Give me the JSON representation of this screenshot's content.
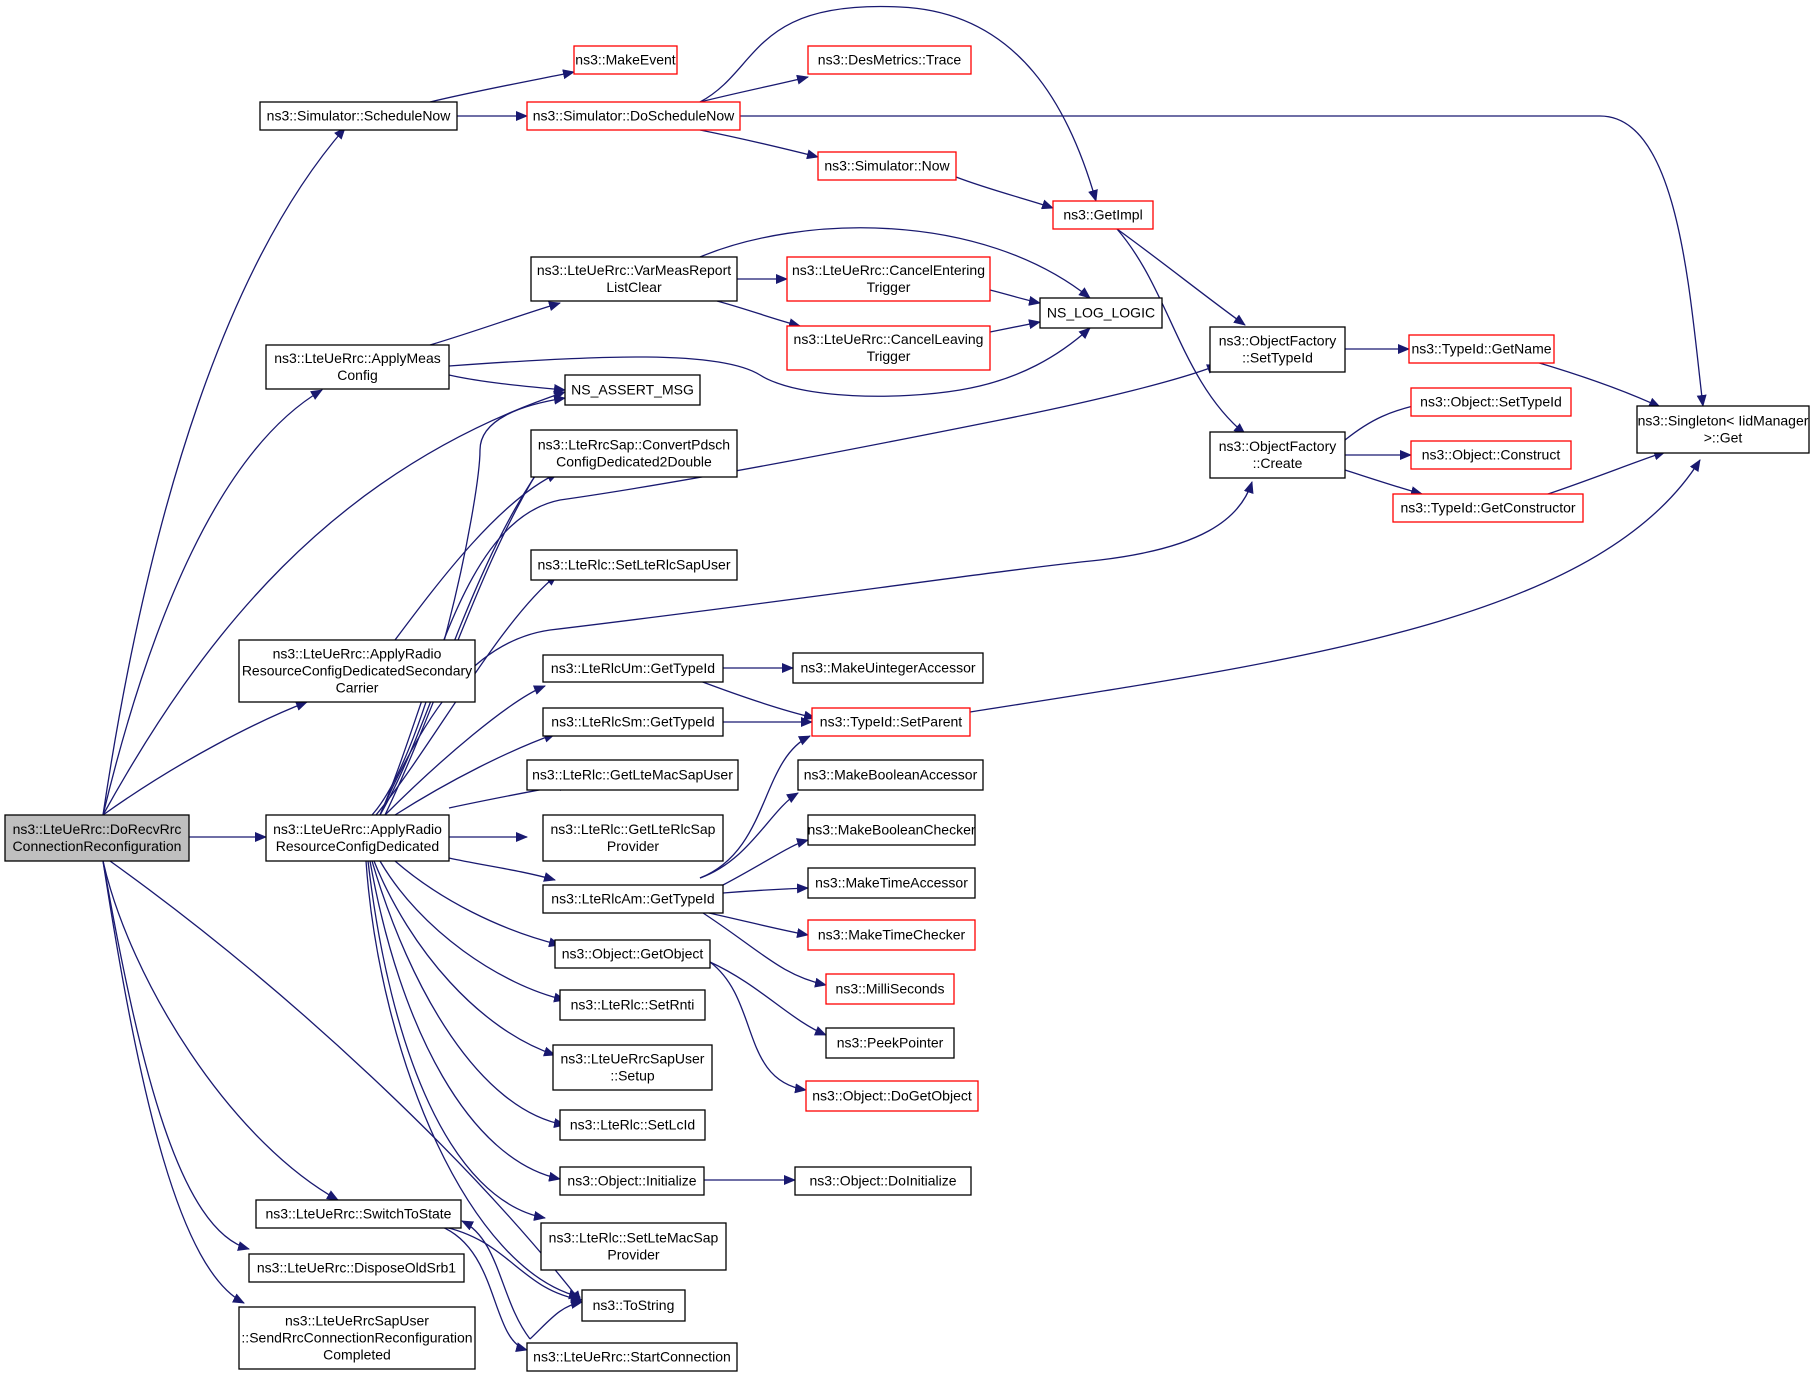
{
  "diagram": {
    "type": "call-graph",
    "edge_color": "#191970",
    "truncated_border_color": "#ff0000",
    "root_fill": "#bfbfbf",
    "nodes": [
      {
        "id": "root",
        "lines": [
          "ns3::LteUeRrc::DoRecvRrc",
          "ConnectionReconfiguration"
        ],
        "kind": "root"
      },
      {
        "id": "scheduleNow",
        "lines": [
          "ns3::Simulator::ScheduleNow"
        ],
        "kind": "normal"
      },
      {
        "id": "makeEvent",
        "lines": [
          "ns3::MakeEvent"
        ],
        "kind": "truncated"
      },
      {
        "id": "doScheduleNow",
        "lines": [
          "ns3::Simulator::DoScheduleNow"
        ],
        "kind": "truncated"
      },
      {
        "id": "desMetrics",
        "lines": [
          "ns3::DesMetrics::Trace"
        ],
        "kind": "truncated"
      },
      {
        "id": "simNow",
        "lines": [
          "ns3::Simulator::Now"
        ],
        "kind": "truncated"
      },
      {
        "id": "getImpl",
        "lines": [
          "ns3::GetImpl"
        ],
        "kind": "truncated"
      },
      {
        "id": "varMeas",
        "lines": [
          "ns3::LteUeRrc::VarMeasReport",
          "ListClear"
        ],
        "kind": "normal"
      },
      {
        "id": "cancelEntering",
        "lines": [
          "ns3::LteUeRrc::CancelEntering",
          "Trigger"
        ],
        "kind": "truncated"
      },
      {
        "id": "cancelLeaving",
        "lines": [
          "ns3::LteUeRrc::CancelLeaving",
          "Trigger"
        ],
        "kind": "truncated"
      },
      {
        "id": "logLogic",
        "lines": [
          "NS_LOG_LOGIC"
        ],
        "kind": "normal"
      },
      {
        "id": "applyMeas",
        "lines": [
          "ns3::LteUeRrc::ApplyMeas",
          "Config"
        ],
        "kind": "normal"
      },
      {
        "id": "assertMsg",
        "lines": [
          "NS_ASSERT_MSG"
        ],
        "kind": "normal"
      },
      {
        "id": "ofSetTypeId",
        "lines": [
          "ns3::ObjectFactory",
          "::SetTypeId"
        ],
        "kind": "normal"
      },
      {
        "id": "getName",
        "lines": [
          "ns3::TypeId::GetName"
        ],
        "kind": "truncated"
      },
      {
        "id": "singletonGet",
        "lines": [
          "ns3::Singleton< IidManager",
          ">::Get"
        ],
        "kind": "normal"
      },
      {
        "id": "convertPdsch",
        "lines": [
          "ns3::LteRrcSap::ConvertPdsch",
          "ConfigDedicated2Double"
        ],
        "kind": "normal"
      },
      {
        "id": "ofCreate",
        "lines": [
          "ns3::ObjectFactory",
          "::Create"
        ],
        "kind": "normal"
      },
      {
        "id": "objSetTypeId",
        "lines": [
          "ns3::Object::SetTypeId"
        ],
        "kind": "truncated"
      },
      {
        "id": "objConstruct",
        "lines": [
          "ns3::Object::Construct"
        ],
        "kind": "truncated"
      },
      {
        "id": "getConstructor",
        "lines": [
          "ns3::TypeId::GetConstructor"
        ],
        "kind": "truncated"
      },
      {
        "id": "setLteRlcSapUser",
        "lines": [
          "ns3::LteRlc::SetLteRlcSapUser"
        ],
        "kind": "normal"
      },
      {
        "id": "applySecondary",
        "lines": [
          "ns3::LteUeRrc::ApplyRadio",
          "ResourceConfigDedicatedSecondary",
          "Carrier"
        ],
        "kind": "normal"
      },
      {
        "id": "rlcUmGetTypeId",
        "lines": [
          "ns3::LteRlcUm::GetTypeId"
        ],
        "kind": "normal"
      },
      {
        "id": "makeUintAcc",
        "lines": [
          "ns3::MakeUintegerAccessor"
        ],
        "kind": "normal"
      },
      {
        "id": "rlcSmGetTypeId",
        "lines": [
          "ns3::LteRlcSm::GetTypeId"
        ],
        "kind": "normal"
      },
      {
        "id": "setParent",
        "lines": [
          "ns3::TypeId::SetParent"
        ],
        "kind": "truncated"
      },
      {
        "id": "getLteMacSapUser",
        "lines": [
          "ns3::LteRlc::GetLteMacSapUser"
        ],
        "kind": "normal"
      },
      {
        "id": "makeBoolAcc",
        "lines": [
          "ns3::MakeBooleanAccessor"
        ],
        "kind": "normal"
      },
      {
        "id": "applyDedicated",
        "lines": [
          "ns3::LteUeRrc::ApplyRadio",
          "ResourceConfigDedicated"
        ],
        "kind": "normal"
      },
      {
        "id": "getLteRlcSapProvider",
        "lines": [
          "ns3::LteRlc::GetLteRlcSap",
          "Provider"
        ],
        "kind": "normal"
      },
      {
        "id": "makeBoolChecker",
        "lines": [
          "ns3::MakeBooleanChecker"
        ],
        "kind": "normal"
      },
      {
        "id": "rlcAmGetTypeId",
        "lines": [
          "ns3::LteRlcAm::GetTypeId"
        ],
        "kind": "normal"
      },
      {
        "id": "makeTimeAcc",
        "lines": [
          "ns3::MakeTimeAccessor"
        ],
        "kind": "normal"
      },
      {
        "id": "makeTimeChecker",
        "lines": [
          "ns3::MakeTimeChecker"
        ],
        "kind": "truncated"
      },
      {
        "id": "getObject",
        "lines": [
          "ns3::Object::GetObject"
        ],
        "kind": "normal"
      },
      {
        "id": "milliSeconds",
        "lines": [
          "ns3::MilliSeconds"
        ],
        "kind": "truncated"
      },
      {
        "id": "setRnti",
        "lines": [
          "ns3::LteRlc::SetRnti"
        ],
        "kind": "normal"
      },
      {
        "id": "peekPointer",
        "lines": [
          "ns3::PeekPointer"
        ],
        "kind": "normal"
      },
      {
        "id": "rrcSapUserSetup",
        "lines": [
          "ns3::LteUeRrcSapUser",
          "::Setup"
        ],
        "kind": "normal"
      },
      {
        "id": "doGetObject",
        "lines": [
          "ns3::Object::DoGetObject"
        ],
        "kind": "truncated"
      },
      {
        "id": "setLcId",
        "lines": [
          "ns3::LteRlc::SetLcId"
        ],
        "kind": "normal"
      },
      {
        "id": "objInitialize",
        "lines": [
          "ns3::Object::Initialize"
        ],
        "kind": "normal"
      },
      {
        "id": "doInitialize",
        "lines": [
          "ns3::Object::DoInitialize"
        ],
        "kind": "normal"
      },
      {
        "id": "switchToState",
        "lines": [
          "ns3::LteUeRrc::SwitchToState"
        ],
        "kind": "normal"
      },
      {
        "id": "setLteMacSapProvider",
        "lines": [
          "ns3::LteRlc::SetLteMacSap",
          "Provider"
        ],
        "kind": "normal"
      },
      {
        "id": "disposeOldSrb1",
        "lines": [
          "ns3::LteUeRrc::DisposeOldSrb1"
        ],
        "kind": "normal"
      },
      {
        "id": "toString",
        "lines": [
          "ns3::ToString"
        ],
        "kind": "normal"
      },
      {
        "id": "sendRrcConnReconfig",
        "lines": [
          "ns3::LteUeRrcSapUser",
          "::SendRrcConnectionReconfiguration",
          "Completed"
        ],
        "kind": "normal"
      },
      {
        "id": "startConnection",
        "lines": [
          "ns3::LteUeRrc::StartConnection"
        ],
        "kind": "normal"
      }
    ]
  }
}
